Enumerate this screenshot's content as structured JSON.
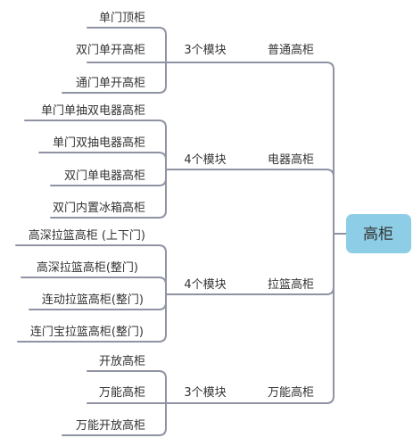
{
  "root": {
    "label": "高柜"
  },
  "groups": [
    {
      "label": "普通高柜",
      "count_label": "3个模块",
      "items": [
        "单门顶柜",
        "双门单开高柜",
        "通门单开高柜"
      ]
    },
    {
      "label": "电器高柜",
      "count_label": "4个模块",
      "items": [
        "单门单抽双电器高柜",
        "单门双抽电器高柜",
        "双门单电器高柜",
        "双门内置冰箱高柜"
      ]
    },
    {
      "label": "拉篮高柜",
      "count_label": "4个模块",
      "items": [
        "高深拉篮高柜 (上下门)",
        "高深拉篮高柜(整门)",
        "连动拉篮高柜(整门)",
        "连门宝拉篮高柜(整门)"
      ]
    },
    {
      "label": "万能高柜",
      "count_label": "3个模块",
      "items": [
        "开放高柜",
        "万能高柜",
        "万能开放高柜"
      ]
    }
  ],
  "colors": {
    "root_fill": "#8ecde6",
    "line": "#8f93a3",
    "text": "#333333"
  }
}
